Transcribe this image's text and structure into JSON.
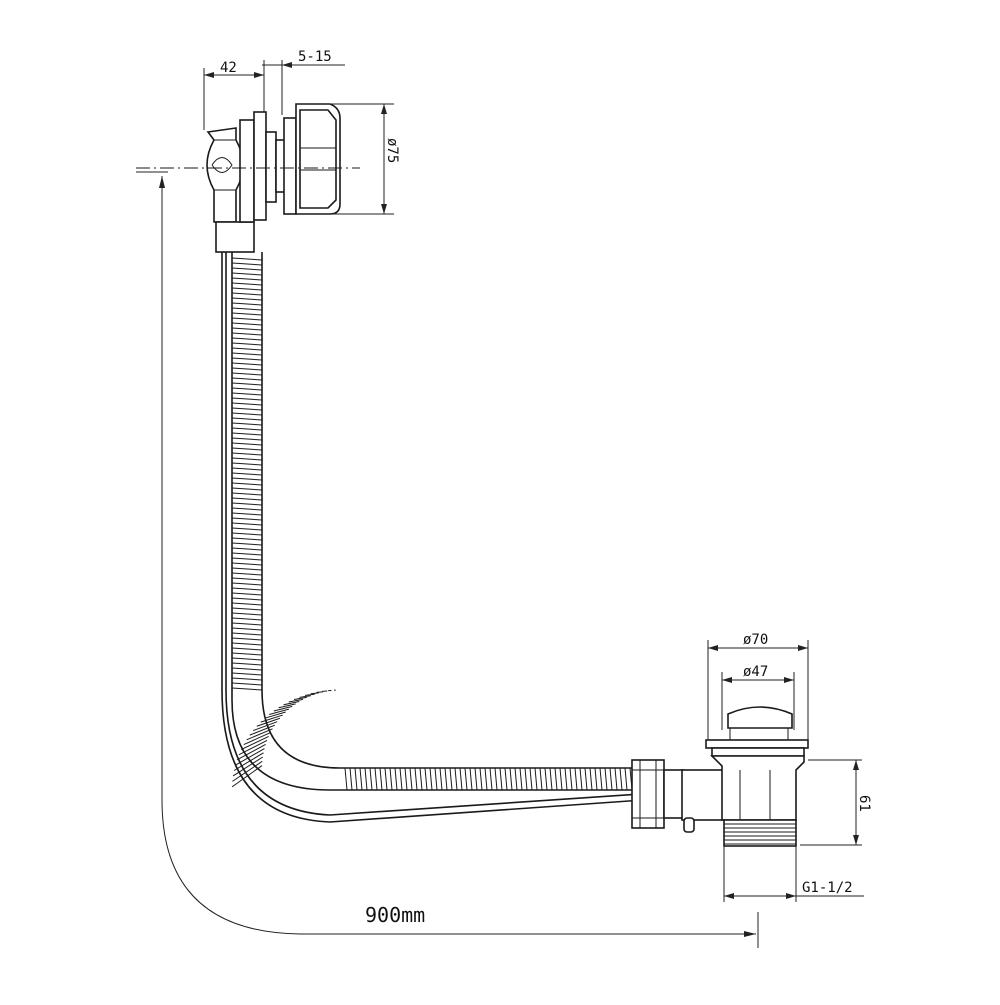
{
  "dimensions": {
    "overflow_width": "42",
    "wall_thickness": "5-15",
    "overflow_diameter": "ø75",
    "waste_outer_diameter": "ø70",
    "waste_inner_diameter": "ø47",
    "waste_height": "61",
    "thread": "G1-1/2",
    "cable_length": "900mm"
  },
  "colors": {
    "line": "#1a1a1a",
    "background": "#ffffff"
  },
  "icons": [
    "overflow-head",
    "corrugated-hose",
    "pop-up-waste",
    "cable"
  ]
}
